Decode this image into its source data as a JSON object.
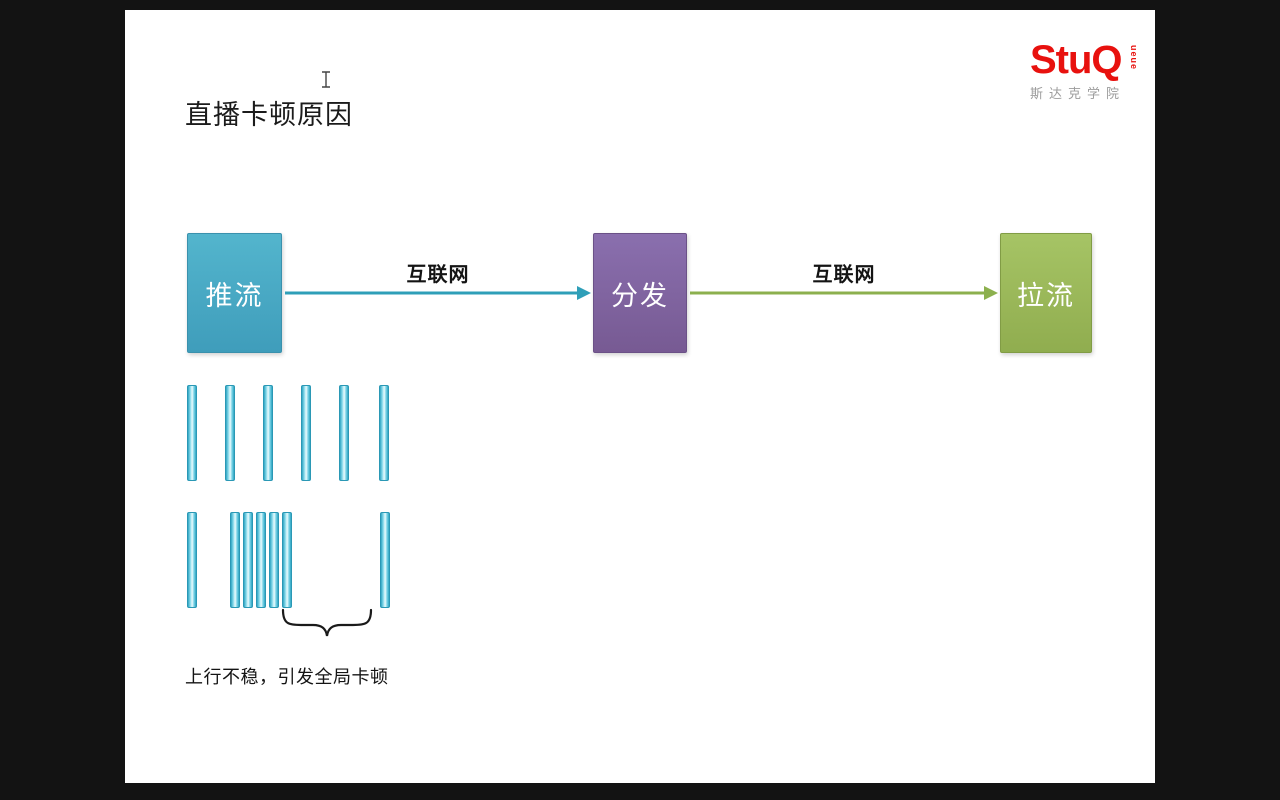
{
  "slide": {
    "title": "直播卡顿原因",
    "caption": "上行不稳，引发全局卡顿"
  },
  "logo": {
    "wordmark": "StuQ",
    "vertical": "ueue",
    "subtitle": "斯达克学院",
    "brand_color": "#e8110e",
    "subtitle_color": "#9c9c9c"
  },
  "diagram": {
    "nodes": [
      {
        "id": "push",
        "label": "推流",
        "color": "#45a6c0"
      },
      {
        "id": "dispatch",
        "label": "分发",
        "color": "#8064a2"
      },
      {
        "id": "pull",
        "label": "拉流",
        "color": "#9bbb59"
      }
    ],
    "links": [
      {
        "from": "push",
        "to": "dispatch",
        "label": "互联网",
        "color": "#2f9fb8"
      },
      {
        "from": "dispatch",
        "to": "pull",
        "label": "互联网",
        "color": "#8cb04e"
      }
    ],
    "bars": {
      "steady_row_count": 6,
      "unstable_row_count": 7
    }
  }
}
